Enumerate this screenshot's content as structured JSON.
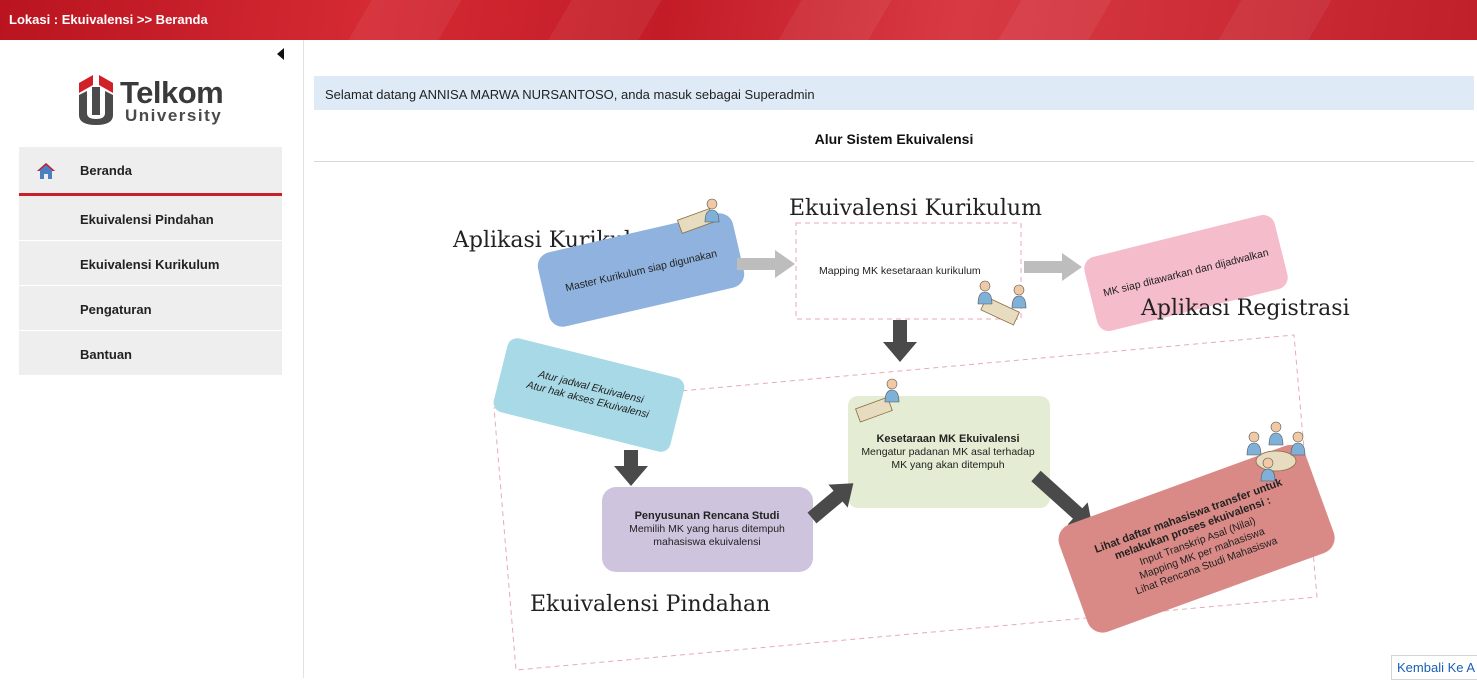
{
  "header": {
    "location": "Lokasi : Ekuivalensi >> Beranda"
  },
  "logo": {
    "line1": "Telkom",
    "line2": "University"
  },
  "sidebar": {
    "items": [
      {
        "label": "Beranda",
        "icon": "home-icon",
        "active": true
      },
      {
        "label": "Ekuivalensi Pindahan"
      },
      {
        "label": "Ekuivalensi Kurikulum"
      },
      {
        "label": "Pengaturan"
      },
      {
        "label": "Bantuan"
      }
    ]
  },
  "main": {
    "welcome": "Selamat datang ANNISA MARWA NURSANTOSO, anda masuk sebagai Superadmin",
    "flow_title": "Alur Sistem Ekuivalensi",
    "back_link": "Kembali Ke A"
  },
  "diagram": {
    "aplikasi_kurikulum": "Aplikasi Kurikulum",
    "master_kurikulum": "Master Kurikulum siap digunakan",
    "ekuivalensi_kurikulum": "Ekuivalensi Kurikulum",
    "mapping_mk": "Mapping MK kesetaraan kurikulum",
    "mk_siap": "MK siap ditawarkan dan dijadwalkan",
    "aplikasi_registrasi": "Aplikasi Registrasi",
    "atur_jadwal": "Atur jadwal Ekuivalensi",
    "atur_hak": "Atur hak akses Ekuivalensi",
    "kesetaraan_title": "Kesetaraan MK Ekuivalensi",
    "kesetaraan_line1": "Mengatur padanan MK asal terhadap",
    "kesetaraan_line2": "MK yang akan ditempuh",
    "penyusunan_title": "Penyusunan Rencana Studi",
    "penyusunan_line1": "Memilih MK yang harus ditempuh",
    "penyusunan_line2": "mahasiswa ekuivalensi",
    "lihat_line1": "Lihat daftar mahasiswa transfer untuk",
    "lihat_line2": "melakukan proses ekuivalensi :",
    "lihat_line3": "Input Transkrip Asal (Nilai)",
    "lihat_line4": "Mapping MK per mahasiswa",
    "lihat_line5": "Lihat Rencana Studi Mahasiswa",
    "ekuivalensi_pindahan": "Ekuivalensi Pindahan"
  },
  "colors": {
    "brand_red": "#c8202a",
    "welcome_bg": "#deebf6",
    "box_blue": "#8fb3de",
    "box_pink": "#f5bccb",
    "box_cyan": "#a8d9e6",
    "box_green": "#e4edd3",
    "box_purple": "#cfc4de",
    "box_red": "#d98a86"
  }
}
